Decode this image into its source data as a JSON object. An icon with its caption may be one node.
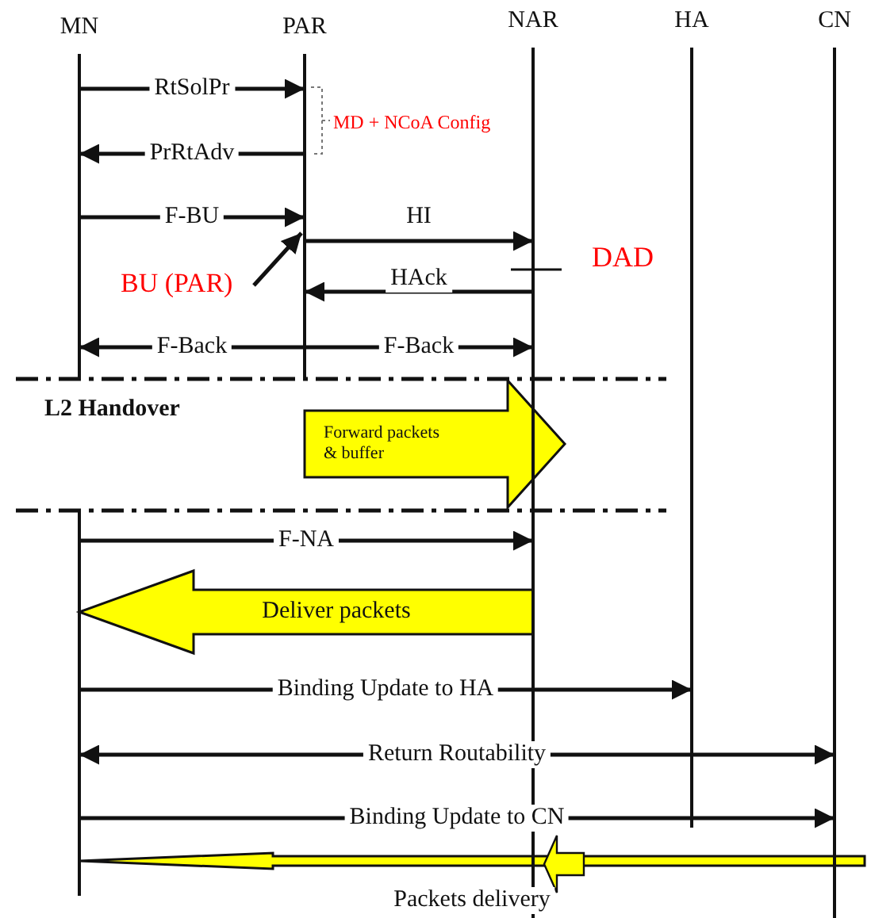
{
  "diagram": {
    "nodes": [
      {
        "text": [
          "MN"
        ]
      },
      {
        "text": [
          "PAR"
        ]
      },
      {
        "text": [
          "NAR"
        ]
      },
      {
        "text": [
          "HA"
        ]
      },
      {
        "text": [
          "CN"
        ]
      },
      {
        "text": [
          "BU (PAR)"
        ]
      }
    ],
    "edges": [
      {
        "from": 0,
        "to": 1,
        "arrow": "to",
        "label": "RtSolPr"
      },
      {
        "from": 1,
        "to": 0,
        "arrow": "to",
        "label": "PrRtAdv"
      },
      {
        "from": 0,
        "to": 1,
        "arrow": "to",
        "label": "F-BU"
      },
      {
        "from": 1,
        "to": 2,
        "arrow": "to",
        "label": "HI"
      },
      {
        "from": 2,
        "to": 1,
        "arrow": "to",
        "label": "HAck"
      },
      {
        "from": 1,
        "to": 0,
        "arrow": "to",
        "label": "F-Back"
      },
      {
        "from": 1,
        "to": 2,
        "arrow": "to",
        "label": "F-Back"
      },
      {
        "from": 1,
        "to": 2,
        "arrow": "to",
        "label": "Forward packets & buffer",
        "style": "thick",
        "color": "#ffff00"
      },
      {
        "from": 0,
        "to": 2,
        "arrow": "to",
        "label": "F-NA"
      },
      {
        "from": 2,
        "to": 0,
        "arrow": "to",
        "label": "Deliver packets",
        "style": "thick",
        "color": "#ffff00"
      },
      {
        "from": 0,
        "to": 3,
        "arrow": "to",
        "label": "Binding Update to HA"
      },
      {
        "from": 0,
        "to": 4,
        "arrow": "both",
        "label": "Return Routability"
      },
      {
        "from": 0,
        "to": 4,
        "arrow": "to",
        "label": "Binding Update to CN"
      },
      {
        "from": 4,
        "to": 0,
        "arrow": "to",
        "label": "Packets delivery",
        "style": "thick",
        "color": "#ffff00"
      },
      {
        "from": 5,
        "to": 1,
        "arrow": "to"
      }
    ],
    "labels": [
      "MD + NCoA Config",
      "DAD",
      "L2 Handover"
    ]
  }
}
